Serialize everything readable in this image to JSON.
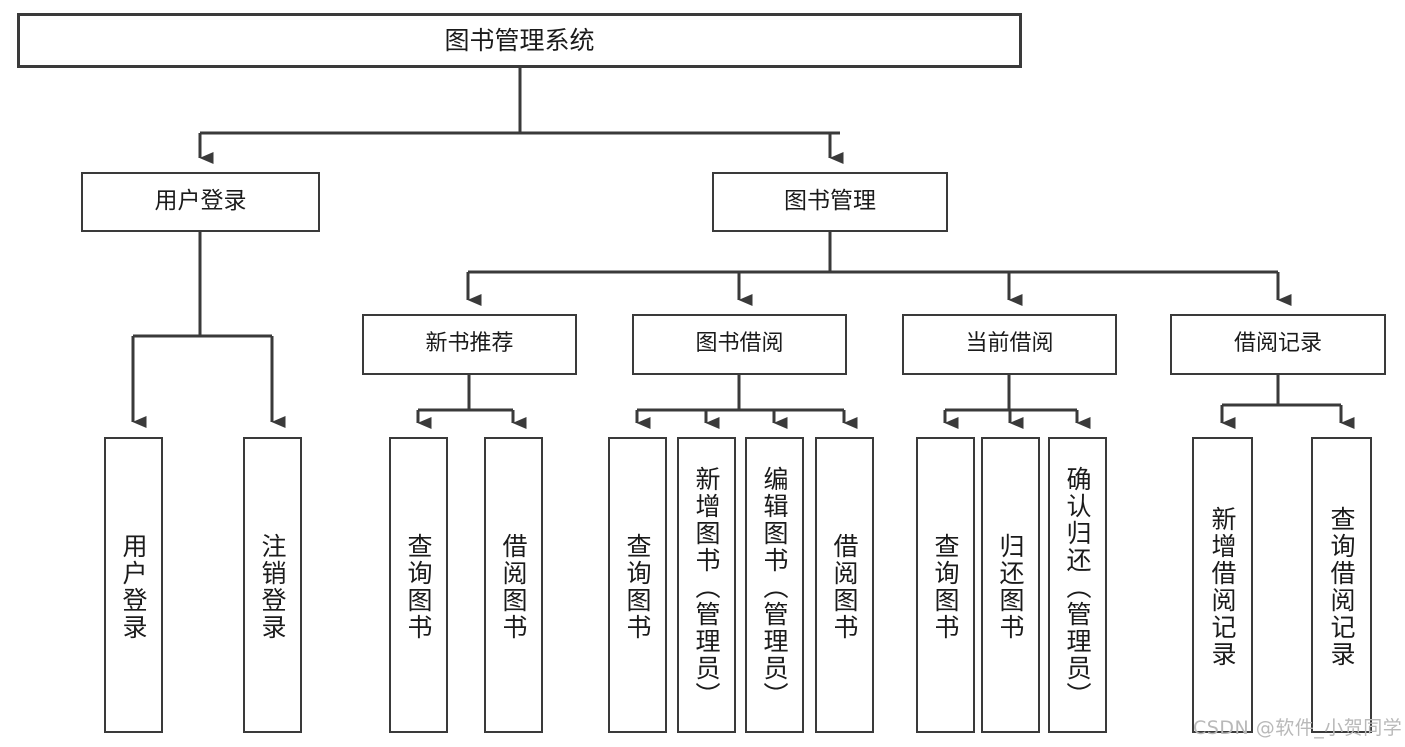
{
  "diagram": {
    "title": "图书管理系统",
    "background_color": "#ffffff",
    "line_color": "#3a3a3a",
    "box_fill": "#ffffff",
    "text_color": "#1b1b1b",
    "nodes": {
      "root": {
        "label": "图书管理系统"
      },
      "level1": [
        {
          "label": "用户登录"
        },
        {
          "label": "图书管理"
        }
      ],
      "level2": [
        {
          "label": "新书推荐"
        },
        {
          "label": "图书借阅"
        },
        {
          "label": "当前借阅"
        },
        {
          "label": "借阅记录"
        }
      ],
      "leaves": {
        "user_login": [
          {
            "label": "用户登录"
          },
          {
            "label": "注销登录"
          }
        ],
        "new_book_recommend": [
          {
            "label": "查询图书"
          },
          {
            "label": "借阅图书"
          }
        ],
        "book_borrow": [
          {
            "label": "查询图书"
          },
          {
            "label": "新增图书（管理员）"
          },
          {
            "label": "编辑图书（管理员）"
          },
          {
            "label": "借阅图书"
          }
        ],
        "current_borrow": [
          {
            "label": "查询图书"
          },
          {
            "label": "归还图书"
          },
          {
            "label": "确认归还（管理员）"
          }
        ],
        "borrow_record": [
          {
            "label": "新增借阅记录"
          },
          {
            "label": "查询借阅记录"
          }
        ]
      }
    }
  },
  "watermark": {
    "text": "CSDN @软件_小贺同学",
    "color": "#b9b9b9"
  }
}
